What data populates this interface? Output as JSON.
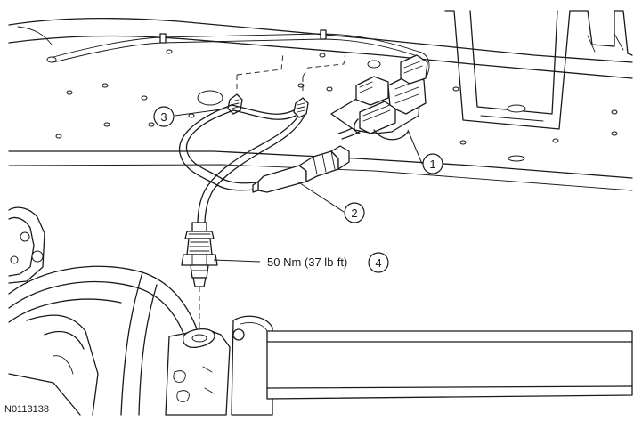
{
  "callouts": [
    {
      "number": "1"
    },
    {
      "number": "2"
    },
    {
      "number": "3"
    },
    {
      "number": "4"
    }
  ],
  "torque_spec": "50 Nm (37 lb-ft)",
  "figure_id": "N0113138"
}
